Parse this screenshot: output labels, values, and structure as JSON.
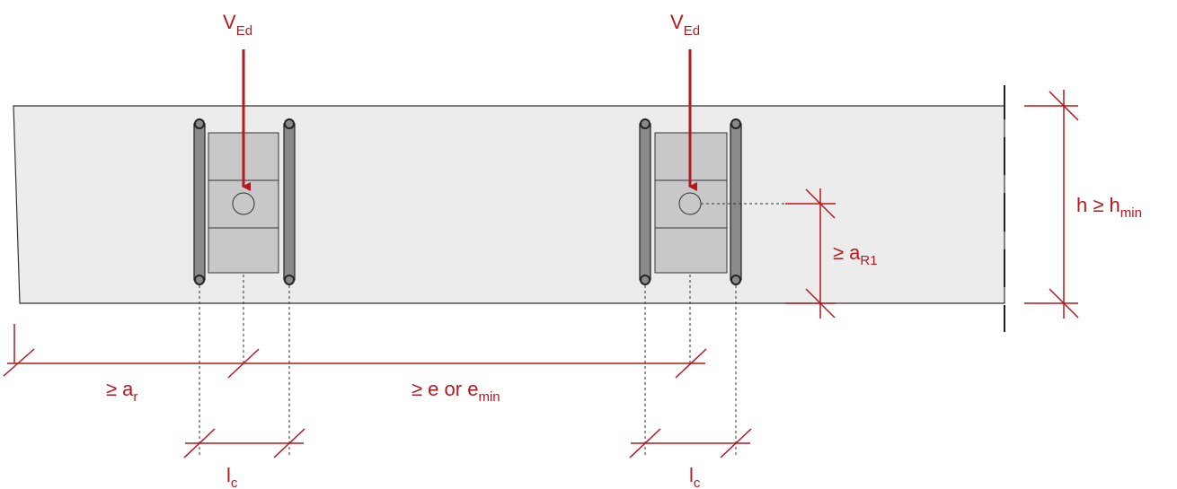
{
  "colors": {
    "accent": "#b3191f",
    "beam_fill": "#ececec",
    "block_fill": "#c8c8c8",
    "bar_fill": "#8a8a8a",
    "outline": "#333333"
  },
  "loads": [
    {
      "main": "V",
      "sub": "Ed"
    },
    {
      "main": "V",
      "sub": "Ed"
    }
  ],
  "dimensions": {
    "edge_distance": {
      "main": "≥ a",
      "sub": "r"
    },
    "spacing": {
      "main": "≥ e or e",
      "sub": "min"
    },
    "clamp_width_1": {
      "main": "l",
      "sub": "c"
    },
    "clamp_width_2": {
      "main": "l",
      "sub": "c"
    },
    "height": {
      "main": "h ≥ h",
      "sub": "min"
    },
    "reinforcement_distance": {
      "main": "≥ a",
      "sub": "R1"
    }
  }
}
